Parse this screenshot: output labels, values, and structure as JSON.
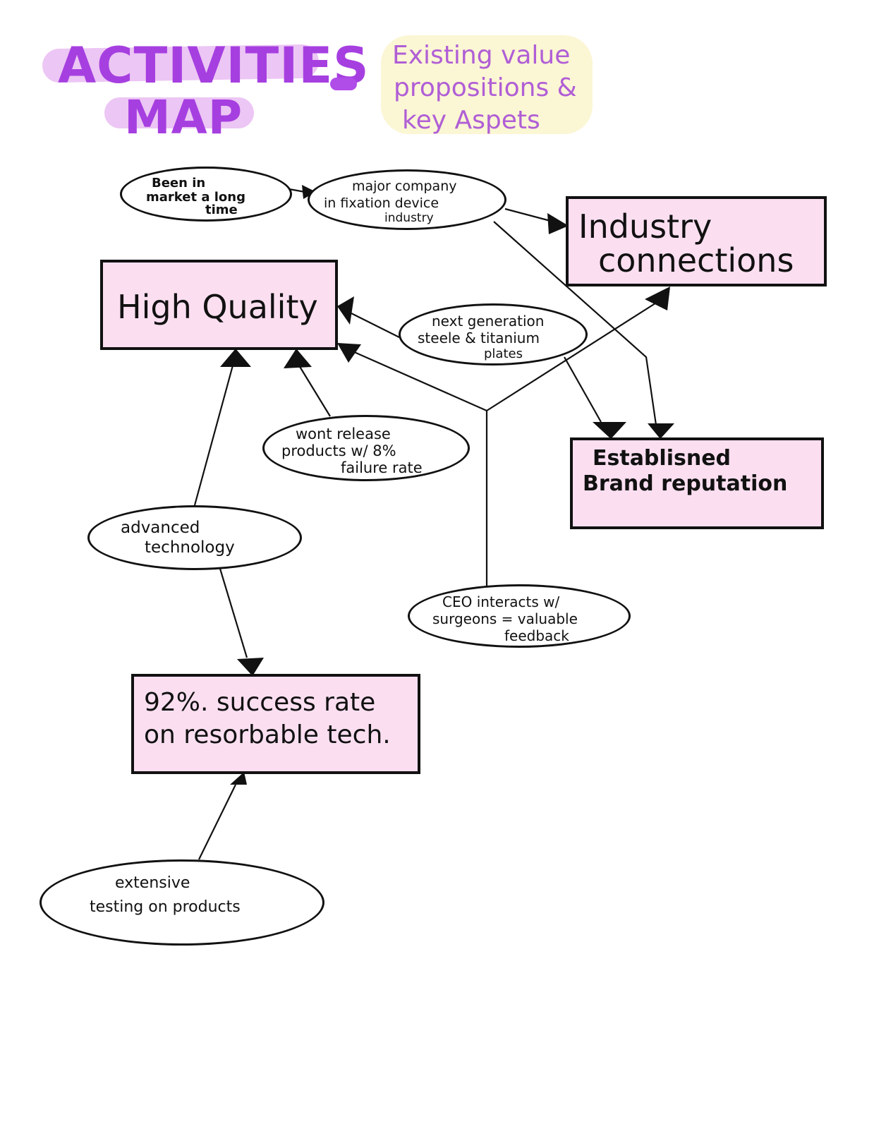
{
  "header": {
    "title_line1": "ACTIVITIES",
    "title_line2": "MAP",
    "subtitle_line1": "Existing value",
    "subtitle_line2": "propositions &",
    "subtitle_line3": "key Aspets"
  },
  "colors": {
    "title": "#a63fe0",
    "title_highlight": "#ecc6f4",
    "subtitle": "#b05ed6",
    "subtitle_highlight": "#fbf6d4",
    "box_fill": "#fbdff1",
    "ink": "#111111"
  },
  "boxes": {
    "high_quality": "High Quality",
    "industry_connections_l1": "Industry",
    "industry_connections_l2": "connections",
    "brand_reputation_l1": "Establisned",
    "brand_reputation_l2": "Brand reputation",
    "success_rate_l1": "92%. success rate",
    "success_rate_l2": "on resorbable tech."
  },
  "ovals": {
    "been_in_market_l1": "Been in",
    "been_in_market_l2": "market a long",
    "been_in_market_l3": "time",
    "major_company_l1": "major company",
    "major_company_l2": "in  fixation device",
    "major_company_l3": "industry",
    "next_generation_l1": "next generation",
    "next_generation_l2": "steele & titanium",
    "next_generation_l3": "plates",
    "wont_release_l1": "wont  release",
    "wont_release_l2": "products w/ 8%",
    "wont_release_l3": "failure rate",
    "advanced_tech_l1": "advanced",
    "advanced_tech_l2": "technology",
    "ceo_interacts_l1": "CEO interacts w/",
    "ceo_interacts_l2": "surgeons = valuable",
    "ceo_interacts_l3": "feedback",
    "extensive_testing_l1": "extensive",
    "extensive_testing_l2": "testing  on  products"
  }
}
